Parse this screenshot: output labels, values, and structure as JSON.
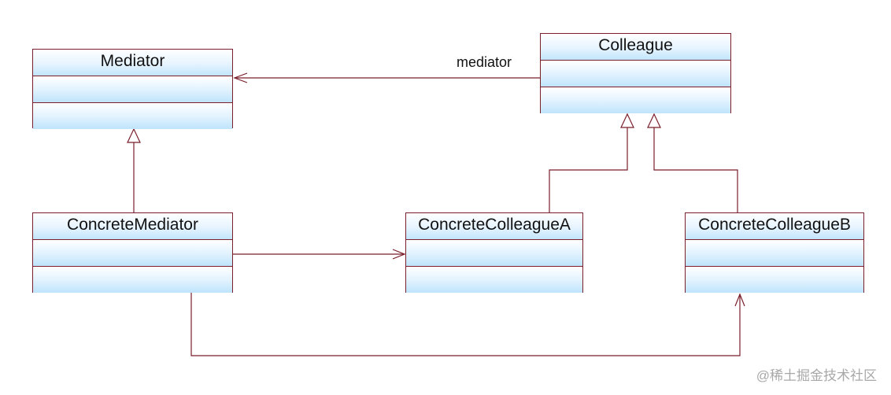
{
  "classes": {
    "mediator": {
      "name": "Mediator"
    },
    "colleague": {
      "name": "Colleague"
    },
    "concrete_mediator": {
      "name": "ConcreteMediator"
    },
    "concrete_colleague_a": {
      "name": "ConcreteColleagueA"
    },
    "concrete_colleague_b": {
      "name": "ConcreteColleagueB"
    }
  },
  "associations": {
    "colleague_to_mediator_role": "mediator"
  },
  "watermark": "@稀土掘金技术社区",
  "colors": {
    "line": "#7a1f2b",
    "box_top": "#ffffff",
    "box_bottom": "#b5dff9"
  }
}
